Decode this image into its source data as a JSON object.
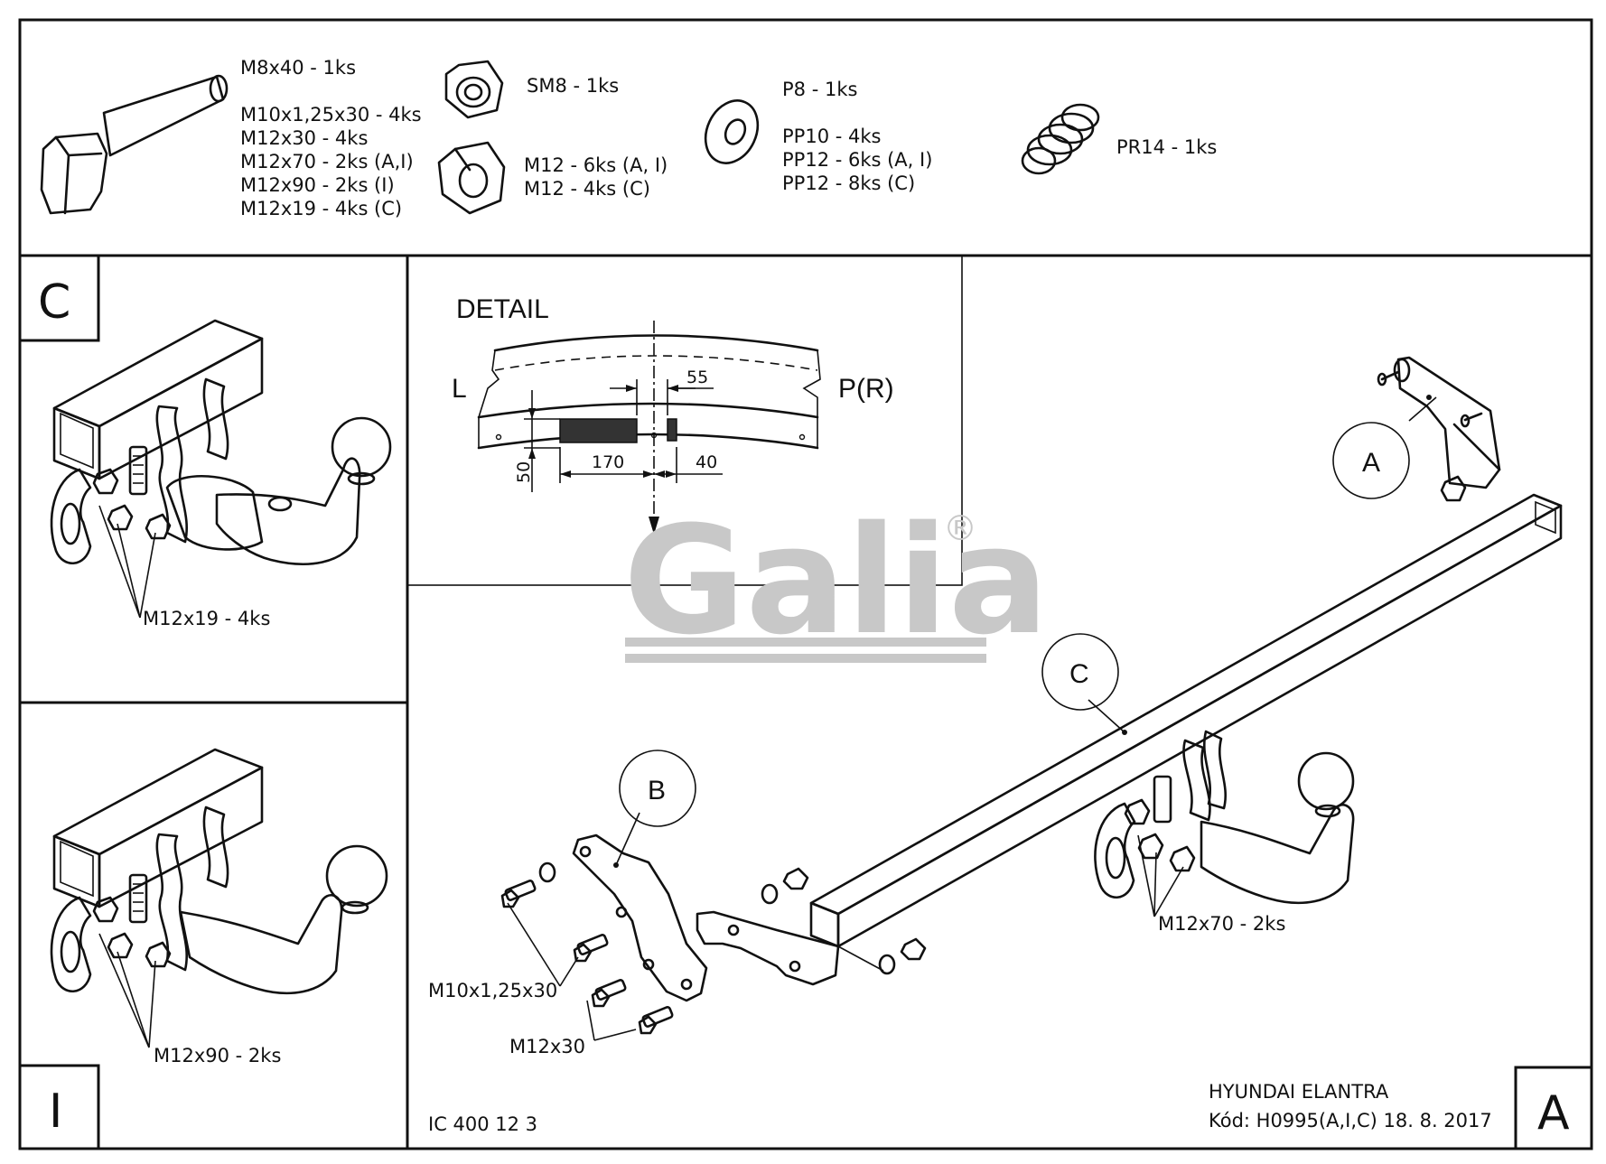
{
  "hardware": {
    "bolt_labels": [
      "M8x40 - 1ks",
      "M10x1,25x30 - 4ks",
      "M12x30 - 4ks",
      "M12x70 - 2ks (A,I)",
      "M12x90 - 2ks (I)",
      "M12x19 - 4ks (C)"
    ],
    "locknut_label": "SM8 - 1ks",
    "nut_labels": [
      "M12 - 6ks (A, I)",
      "M12 - 4ks (C)"
    ],
    "washer_labels": [
      "P8 - 1ks",
      "PP10 - 4ks",
      "PP12 - 6ks (A, I)",
      "PP12 - 8ks (C)"
    ],
    "spring_label": "PR14 - 1ks"
  },
  "variants": {
    "c": {
      "letter": "C",
      "bolt_label": "M12x19 - 4ks"
    },
    "i": {
      "letter": "I",
      "bolt_label": "M12x90 - 2ks"
    },
    "a": {
      "letter": "A"
    }
  },
  "detail": {
    "title": "DETAIL",
    "left": "L",
    "right": "P(R)",
    "dims": {
      "d55": "55",
      "d170": "170",
      "d40": "40",
      "d50": "50"
    }
  },
  "callouts": {
    "a": "A",
    "b": "B",
    "c": "C"
  },
  "main_labels": {
    "m12x70": "M12x70 - 2ks",
    "m10": "M10x1,25x30",
    "m12x30": "M12x30"
  },
  "logo": {
    "text": "Galia",
    "mark": "®"
  },
  "title_block": {
    "vehicle": "HYUNDAI ELANTRA",
    "code": "Kód: H0995(A,I,C)  18. 8. 2017",
    "ref": "IC 400 12 3"
  }
}
